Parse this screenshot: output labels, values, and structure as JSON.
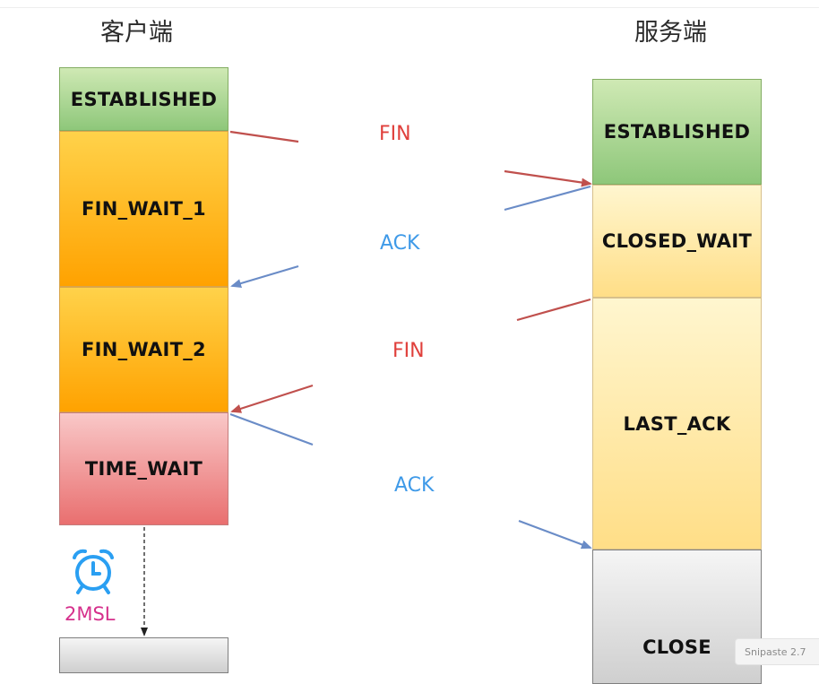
{
  "titles": {
    "client": "客户端",
    "server": "服务端"
  },
  "client_states": [
    "ESTABLISHED",
    "FIN_WAIT_1",
    "FIN_WAIT_2",
    "TIME_WAIT",
    ""
  ],
  "server_states": [
    "ESTABLISHED",
    "CLOSED_WAIT",
    "LAST_ACK",
    "CLOSE"
  ],
  "messages": [
    {
      "label": "FIN",
      "color": "#e0403c"
    },
    {
      "label": "ACK",
      "color": "#3f9ae8"
    },
    {
      "label": "FIN",
      "color": "#e0403c"
    },
    {
      "label": "ACK",
      "color": "#3f9ae8"
    }
  ],
  "timer": {
    "icon": "alarm-clock-icon",
    "label": "2MSL"
  },
  "watermark": "Snipaste 2.7"
}
